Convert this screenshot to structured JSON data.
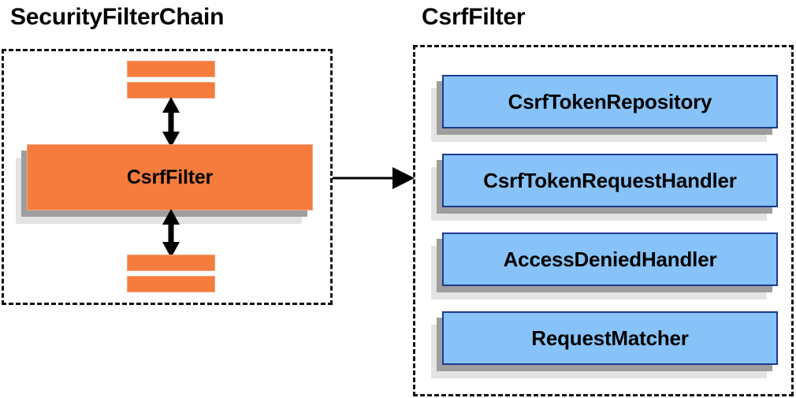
{
  "diagram": {
    "type": "component-relationship-diagram",
    "background_color": "#ffffff",
    "panels": [
      {
        "id": "security-filter-chain",
        "title": "SecurityFilterChain",
        "border_style": "dashed",
        "border_color": "#111111",
        "main_component": "CsrfFilter",
        "accent_color": "#f57c3c",
        "filler_bar_count": 4
      },
      {
        "id": "csrf-filter",
        "title": "CsrfFilter",
        "border_style": "dashed",
        "border_color": "#111111",
        "accent_color": "#87c3f8",
        "border_accent_color": "#1b3a8f",
        "components": [
          "CsrfTokenRepository",
          "CsrfTokenRequestHandler",
          "AccessDeniedHandler",
          "RequestMatcher"
        ]
      }
    ],
    "connectors": [
      {
        "id": "chain-to-detail",
        "from": "security-filter-chain",
        "to": "csrf-filter",
        "style": "single-arrow-right"
      },
      {
        "id": "upper-link",
        "from": "filter-bars-top",
        "to": "CsrfFilter",
        "style": "double-arrow-vertical"
      },
      {
        "id": "lower-link",
        "from": "CsrfFilter",
        "to": "filter-bars-bottom",
        "style": "double-arrow-vertical"
      }
    ],
    "shadow_colors": {
      "near": "#9e9e9e",
      "far": "#e3e3e3"
    }
  },
  "left": {
    "title": "SecurityFilterChain",
    "csrf_filter_label": "CsrfFilter"
  },
  "right": {
    "title": "CsrfFilter",
    "items": [
      {
        "label": "CsrfTokenRepository"
      },
      {
        "label": "CsrfTokenRequestHandler"
      },
      {
        "label": "AccessDeniedHandler"
      },
      {
        "label": "RequestMatcher"
      }
    ]
  }
}
